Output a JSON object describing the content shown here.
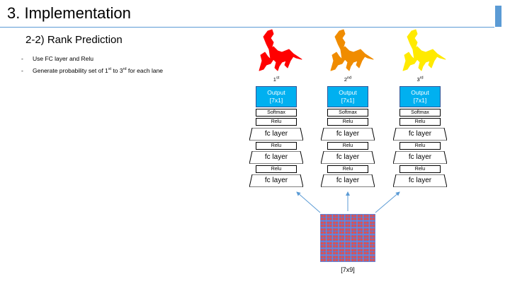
{
  "slide": {
    "title": "3. Implementation",
    "subtitle": "2-2) Rank Prediction",
    "bullets": [
      {
        "dash": "-",
        "text": "Use FC layer and Relu"
      },
      {
        "dash": "-",
        "before": "Generate probability set of 1",
        "sup1": "st",
        "middle": " to 3",
        "sup2": "rd",
        "after": " for each lane"
      }
    ]
  },
  "columns": [
    {
      "rank_num": "1",
      "rank_sup": "st",
      "horse_color": "#ff0000",
      "output_line1": "Output",
      "output_line2": "[7x1]",
      "layers": [
        "Softmax",
        "Relu",
        "fc layer",
        "Relu",
        "fc layer",
        "Relu",
        "fc layer"
      ]
    },
    {
      "rank_num": "2",
      "rank_sup": "nd",
      "horse_color": "#f08c00",
      "output_line1": "Output",
      "output_line2": "[7x1]",
      "layers": [
        "Softmax",
        "Relu",
        "fc layer",
        "Relu",
        "fc layer",
        "Relu",
        "fc layer"
      ]
    },
    {
      "rank_num": "3",
      "rank_sup": "rd",
      "horse_color": "#ffea00",
      "output_line1": "Output",
      "output_line2": "[7x1]",
      "layers": [
        "Softmax",
        "Relu",
        "fc layer",
        "Relu",
        "fc layer",
        "Relu",
        "fc layer"
      ]
    }
  ],
  "input": {
    "label": "[7x9]",
    "rows": 7,
    "cols": 9,
    "cell_color": "#5b7bd5",
    "dot_color": "#e05050"
  },
  "colors": {
    "accent": "#5b9bd5",
    "output_fill": "#00b0f0",
    "arrow": "#5b9bd5"
  }
}
